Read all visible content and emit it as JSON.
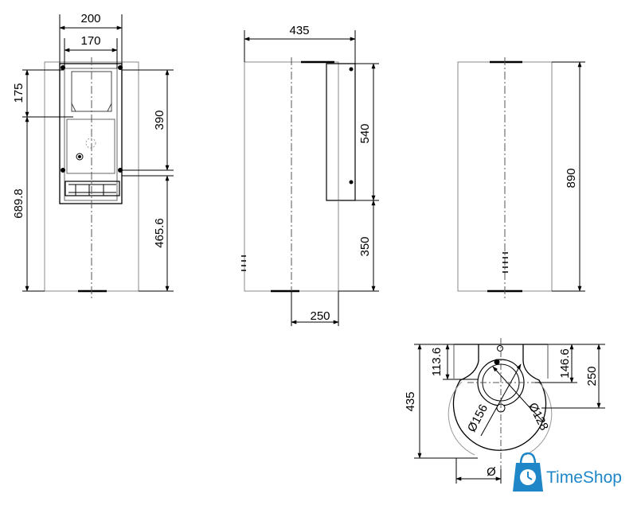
{
  "front_view": {
    "width_outer": "200",
    "width_inner": "170",
    "height_top": "175",
    "height_bracket": "390",
    "height_total": "689.8",
    "height_lower": "465.6"
  },
  "side_view": {
    "depth": "435",
    "height_bracket": "540",
    "height_lower": "350",
    "offset": "250"
  },
  "rear_view": {
    "height_total": "890"
  },
  "plan_view": {
    "offset_left": "113.6",
    "offset_right": "146.6",
    "half_depth": "250",
    "depth": "435",
    "duct_outer": "Ø156",
    "duct_inner": "Ø128",
    "diameter_label": "Ø"
  },
  "brand": {
    "name": "TimeShop",
    "color": "#1f86c8"
  }
}
